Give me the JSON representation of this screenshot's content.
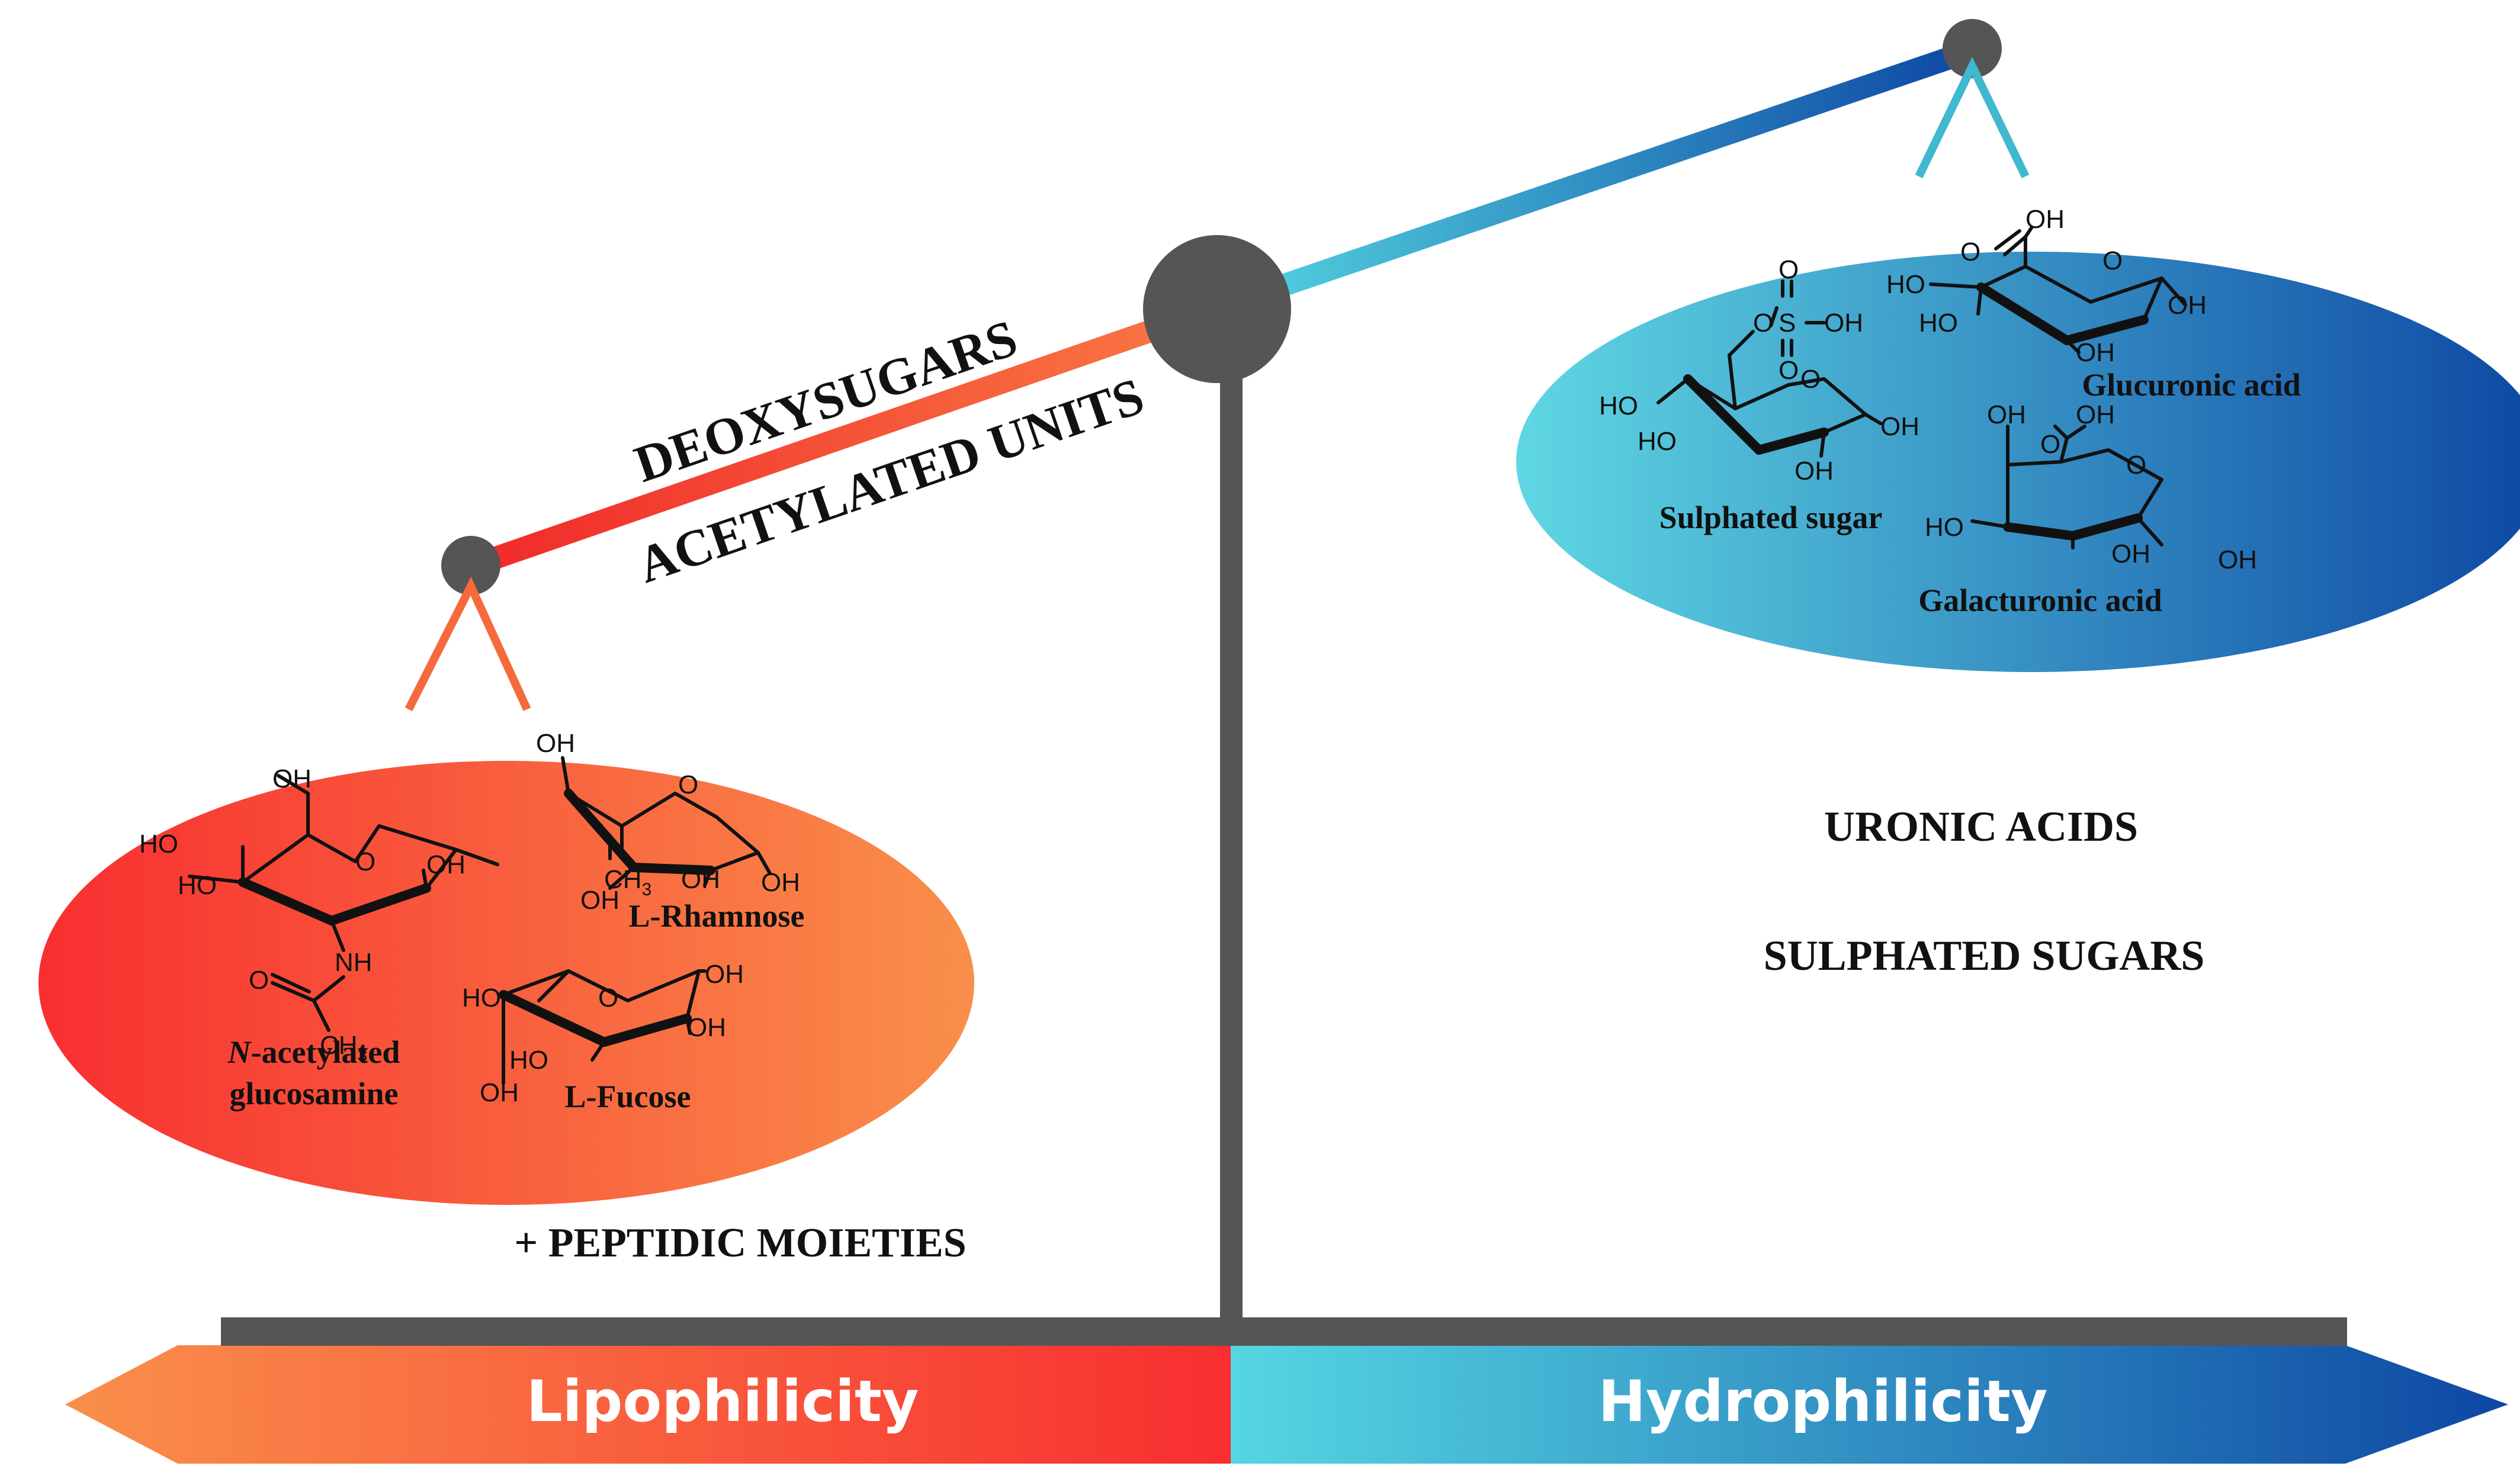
{
  "diagram": {
    "beam_labels": [
      "DEOXYSUGARS",
      "ACETYLATED UNITS"
    ],
    "left_pan": {
      "molecules": [
        {
          "name_prefix": "N",
          "name_rest": "-acetylated",
          "name_line2": "glucosamine"
        },
        {
          "name": "L-Rhamnose"
        },
        {
          "name": "L-Fucose"
        }
      ],
      "below_label": "+ PEPTIDIC MOIETIES"
    },
    "right_pan": {
      "molecules": [
        {
          "name": "Sulphated sugar"
        },
        {
          "name": "Glucuronic acid"
        },
        {
          "name": "Galacturonic acid"
        }
      ]
    },
    "right_labels": [
      "URONIC ACIDS",
      "SULPHATED SUGARS"
    ],
    "axis": {
      "left": "Lipophilicity",
      "right": "Hydrophilicity"
    },
    "atoms": {
      "oh": "OH",
      "ho": "HO",
      "o": "O",
      "nh": "NH",
      "ch3": "CH",
      "sub3": "3",
      "s": "S"
    },
    "colors": {
      "lipophilic_start": "#f98f4b",
      "lipophilic_end": "#f82e30",
      "hydrophilic_start": "#55d6e2",
      "hydrophilic_end": "#0d47a3",
      "scale_gray": "#555555"
    }
  }
}
